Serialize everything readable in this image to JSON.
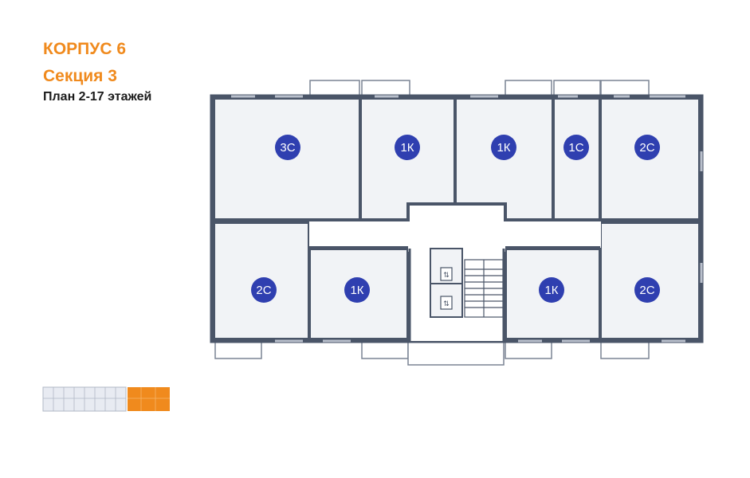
{
  "header": {
    "building": "КОРПУС 6",
    "section": "Секция 3",
    "plan": "План 2-17 этажей"
  },
  "apartments": [
    {
      "label": "3С"
    },
    {
      "label": "1К"
    },
    {
      "label": "1К"
    },
    {
      "label": "1С"
    },
    {
      "label": "2С"
    },
    {
      "label": "2С"
    },
    {
      "label": "1К"
    },
    {
      "label": "1К"
    },
    {
      "label": "2С"
    }
  ],
  "colors": {
    "title": "#F08A1D",
    "wall": "#4a5568",
    "room": "#f1f3f6",
    "badge": "#2f3fb0",
    "minimap_highlight": "#F08A1D"
  },
  "icons": [
    "elevator-icon",
    "elevator-icon",
    "stairs-icon",
    "door-icon"
  ]
}
